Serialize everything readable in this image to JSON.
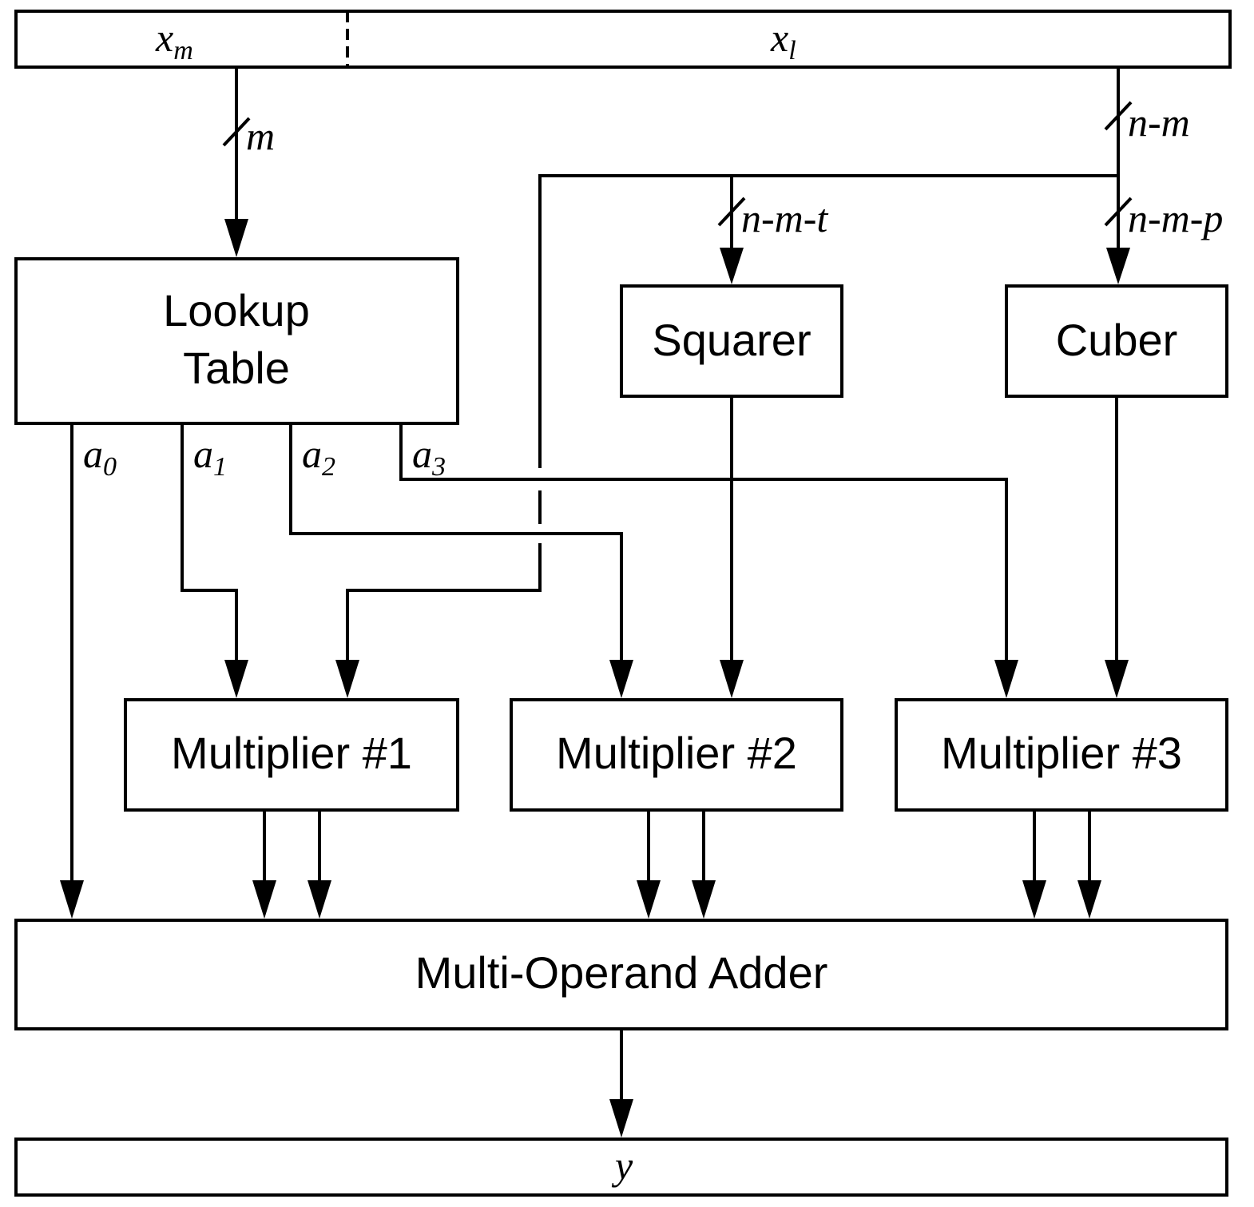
{
  "input": {
    "xm_base": "x",
    "xm_sub": "m",
    "xl_base": "x",
    "xl_sub": "l"
  },
  "widths": {
    "m": "m",
    "n_m": "n-m",
    "n_m_t": "n-m-t",
    "n_m_p": "n-m-p"
  },
  "blocks": {
    "lookup_line1": "Lookup",
    "lookup_line2": "Table",
    "squarer": "Squarer",
    "cuber": "Cuber",
    "mult1": "Multiplier #1",
    "mult2": "Multiplier #2",
    "mult3": "Multiplier #3",
    "adder": "Multi-Operand Adder"
  },
  "coeffs": [
    {
      "base": "a",
      "sub": "0"
    },
    {
      "base": "a",
      "sub": "1"
    },
    {
      "base": "a",
      "sub": "2"
    },
    {
      "base": "a",
      "sub": "3"
    }
  ],
  "output": {
    "y": "y"
  }
}
